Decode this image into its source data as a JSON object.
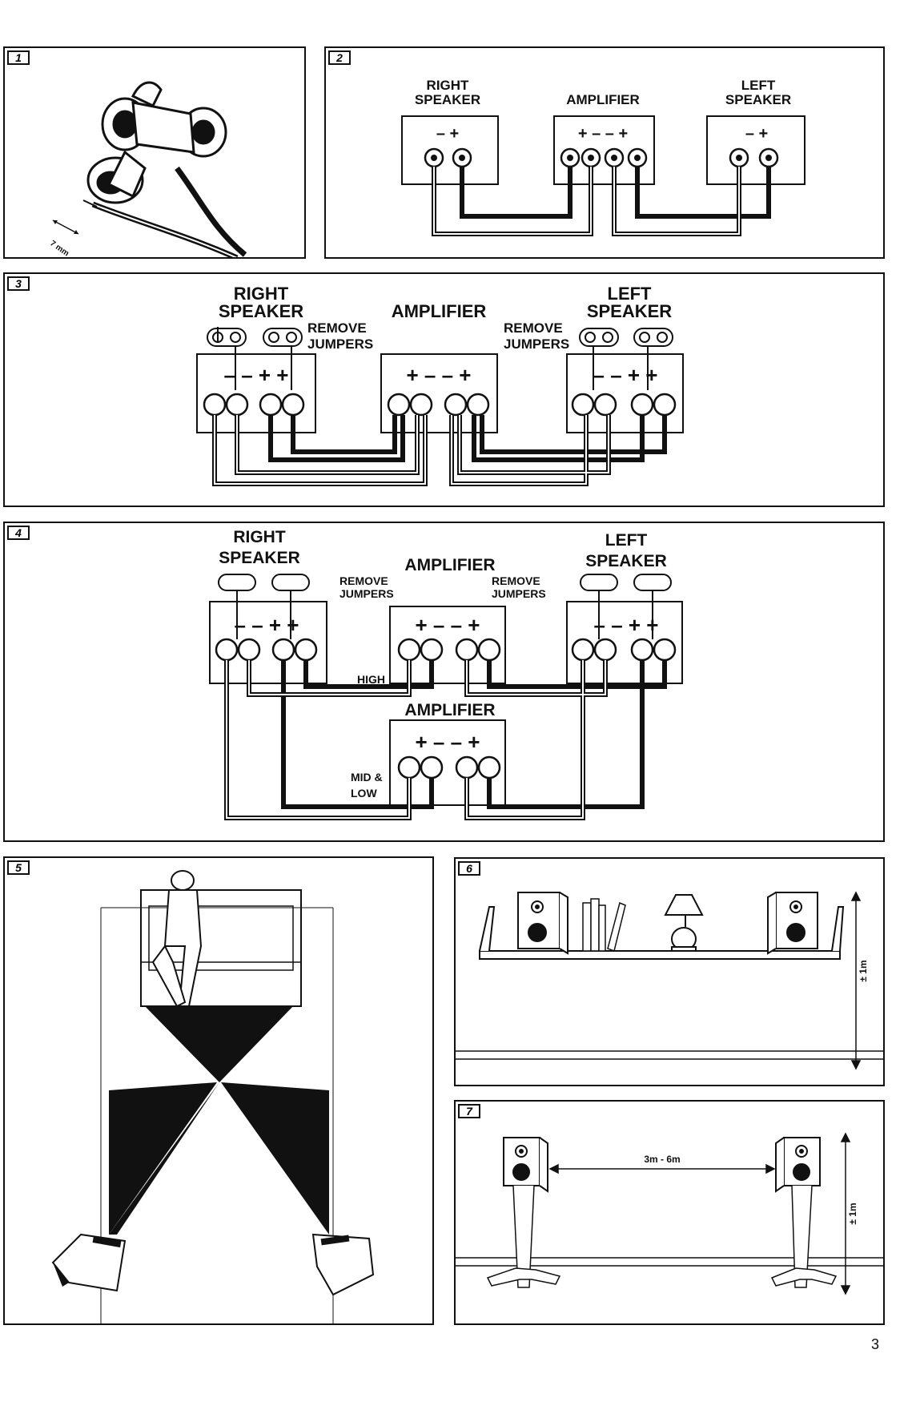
{
  "panels": [
    {
      "number": "1"
    },
    {
      "number": "2"
    },
    {
      "number": "3"
    },
    {
      "number": "4"
    },
    {
      "number": "5"
    },
    {
      "number": "6"
    },
    {
      "number": "7"
    }
  ],
  "fig1": {
    "strip_length": "7 mm"
  },
  "fig2": {
    "right_speaker": [
      "RIGHT",
      "SPEAKER"
    ],
    "amplifier": "AMPLIFIER",
    "left_speaker": [
      "LEFT",
      "SPEAKER"
    ],
    "speaker_polarity": "– +",
    "amp_polarity": "+ –   – +"
  },
  "fig3": {
    "right_speaker": [
      "RIGHT",
      "SPEAKER"
    ],
    "amplifier": "AMPLIFIER",
    "left_speaker": [
      "LEFT",
      "SPEAKER"
    ],
    "remove": "REMOVE",
    "jumpers": "JUMPERS",
    "speaker_polarity": "– –   + +",
    "amp_polarity": "+ –   – +"
  },
  "fig4": {
    "right_speaker": [
      "RIGHT",
      "SPEAKER"
    ],
    "amplifier_top": "AMPLIFIER",
    "amplifier_bottom": "AMPLIFIER",
    "left_speaker": [
      "LEFT",
      "SPEAKER"
    ],
    "remove": "REMOVE",
    "jumpers": "JUMPERS",
    "high": "HIGH",
    "mid": "MID &",
    "low": "LOW",
    "speaker_polarity": "– –   + +",
    "amp_polarity": "+ –   – +"
  },
  "fig6": {
    "height": "± 1m"
  },
  "fig7": {
    "distance": "3m - 6m",
    "height": "± 1m"
  },
  "page_number": "3"
}
